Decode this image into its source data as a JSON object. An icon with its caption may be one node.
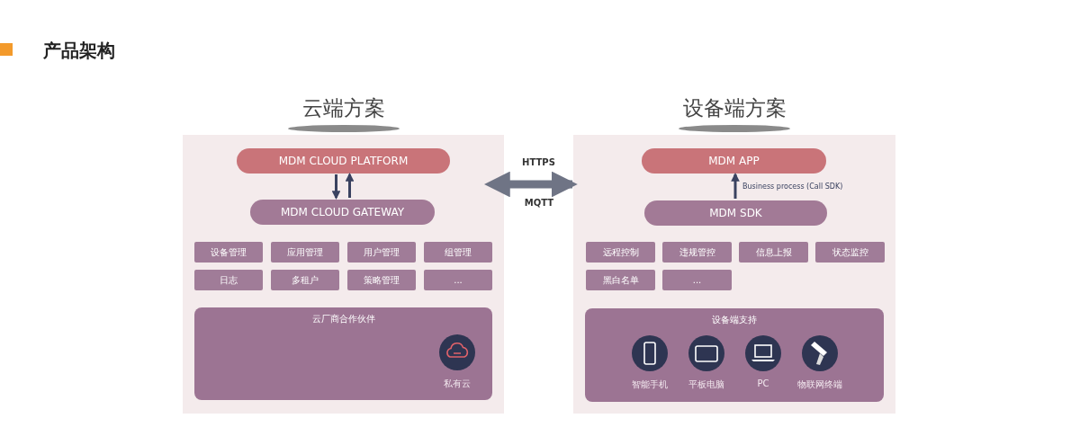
{
  "diagram": {
    "title": "产品架构",
    "nodes": [
      {
        "text": [
          "云端方案"
        ]
      },
      {
        "text": [
          "MDM CLOUD PLATFORM"
        ],
        "in": 0
      },
      {
        "text": [
          "MDM CLOUD GATEWAY"
        ],
        "in": 0
      },
      {
        "text": [
          "设备管理"
        ],
        "in": 0
      },
      {
        "text": [
          "应用管理"
        ],
        "in": 0
      },
      {
        "text": [
          "用户管理"
        ],
        "in": 0
      },
      {
        "text": [
          "组管理"
        ],
        "in": 0
      },
      {
        "text": [
          "日志"
        ],
        "in": 0
      },
      {
        "text": [
          "多租户"
        ],
        "in": 0
      },
      {
        "text": [
          "策略管理"
        ],
        "in": 0
      },
      {
        "text": [
          "..."
        ],
        "in": 0
      },
      {
        "text": [
          "云厂商合作伙伴"
        ],
        "in": 0
      },
      {
        "text": [
          "私有云"
        ],
        "in": 11
      },
      {
        "text": [
          "设备端方案"
        ]
      },
      {
        "text": [
          "MDM APP"
        ],
        "in": 13
      },
      {
        "text": [
          "MDM SDK"
        ],
        "in": 13
      },
      {
        "text": [
          "远程控制"
        ],
        "in": 13
      },
      {
        "text": [
          "违规管控"
        ],
        "in": 13
      },
      {
        "text": [
          "信息上报"
        ],
        "in": 13
      },
      {
        "text": [
          "状态监控"
        ],
        "in": 13
      },
      {
        "text": [
          "黑白名单"
        ],
        "in": 13
      },
      {
        "text": [
          "..."
        ],
        "in": 13
      },
      {
        "text": [
          "设备端支持"
        ],
        "in": 13
      },
      {
        "text": [
          "智能手机"
        ],
        "in": 22
      },
      {
        "text": [
          "平板电脑"
        ],
        "in": 22
      },
      {
        "text": [
          "PC"
        ],
        "in": 22
      },
      {
        "text": [
          "物联网终端"
        ],
        "in": 22
      }
    ],
    "edges": [
      {
        "from": 1,
        "to": 2,
        "arrow": "to"
      },
      {
        "from": 2,
        "to": 1,
        "arrow": "to"
      },
      {
        "from": 15,
        "to": 14,
        "arrow": "to",
        "label": "Business process (Call SDK)"
      },
      {
        "from": 0,
        "to": 13,
        "arrow": "both",
        "label": "HTTPS",
        "style": "thick",
        "color": "#6f7485"
      }
    ],
    "labels": [
      "MQTT"
    ]
  }
}
